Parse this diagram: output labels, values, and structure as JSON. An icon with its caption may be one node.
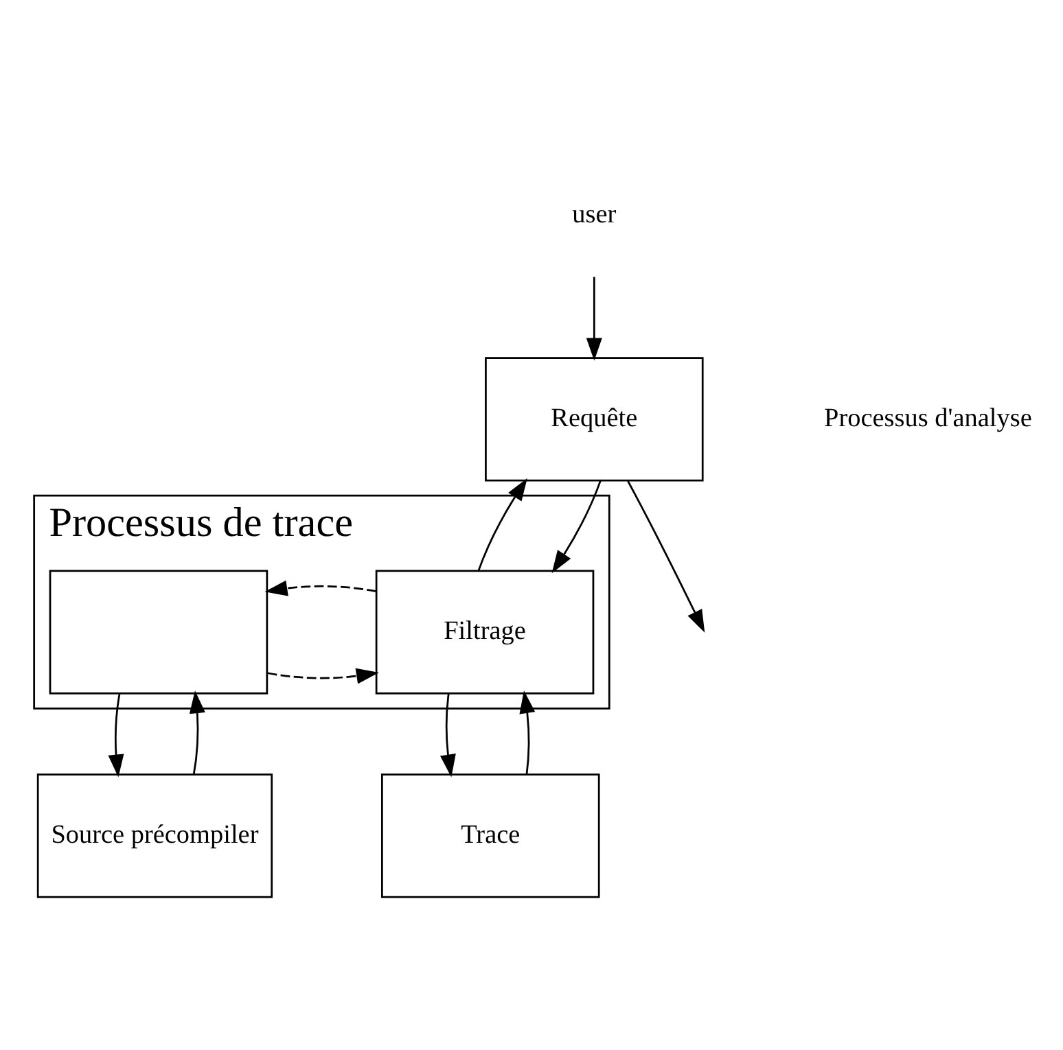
{
  "diagram": {
    "nodes": [
      {
        "text": [
          "user"
        ]
      },
      {
        "text": [
          "Requête"
        ]
      },
      {
        "text": [
          "Processus de trace"
        ]
      },
      {
        "text": [
          "Filtrage"
        ],
        "in": 2
      },
      {
        "text": [],
        "shape": "box",
        "in": 2
      },
      {
        "text": [
          "Trace"
        ]
      },
      {
        "text": [
          "Source précompiler"
        ]
      }
    ],
    "edges": [
      {
        "from": 0,
        "to": 1,
        "arrow": "to"
      },
      {
        "from": 1,
        "to": null,
        "arrow": "to"
      },
      {
        "from": 1,
        "to": 3,
        "arrow": "to"
      },
      {
        "from": 3,
        "to": 1,
        "arrow": "to"
      },
      {
        "from": 4,
        "to": 3,
        "arrow": "to",
        "style": "dashed"
      },
      {
        "from": 3,
        "to": 4,
        "arrow": "to",
        "style": "dashed"
      },
      {
        "from": 3,
        "to": 5,
        "arrow": "to"
      },
      {
        "from": 5,
        "to": 3,
        "arrow": "to"
      },
      {
        "from": 6,
        "to": 4,
        "arrow": "to"
      },
      {
        "from": 4,
        "to": 6,
        "arrow": "to"
      }
    ],
    "labels": [
      "Processus d'analyse"
    ]
  }
}
